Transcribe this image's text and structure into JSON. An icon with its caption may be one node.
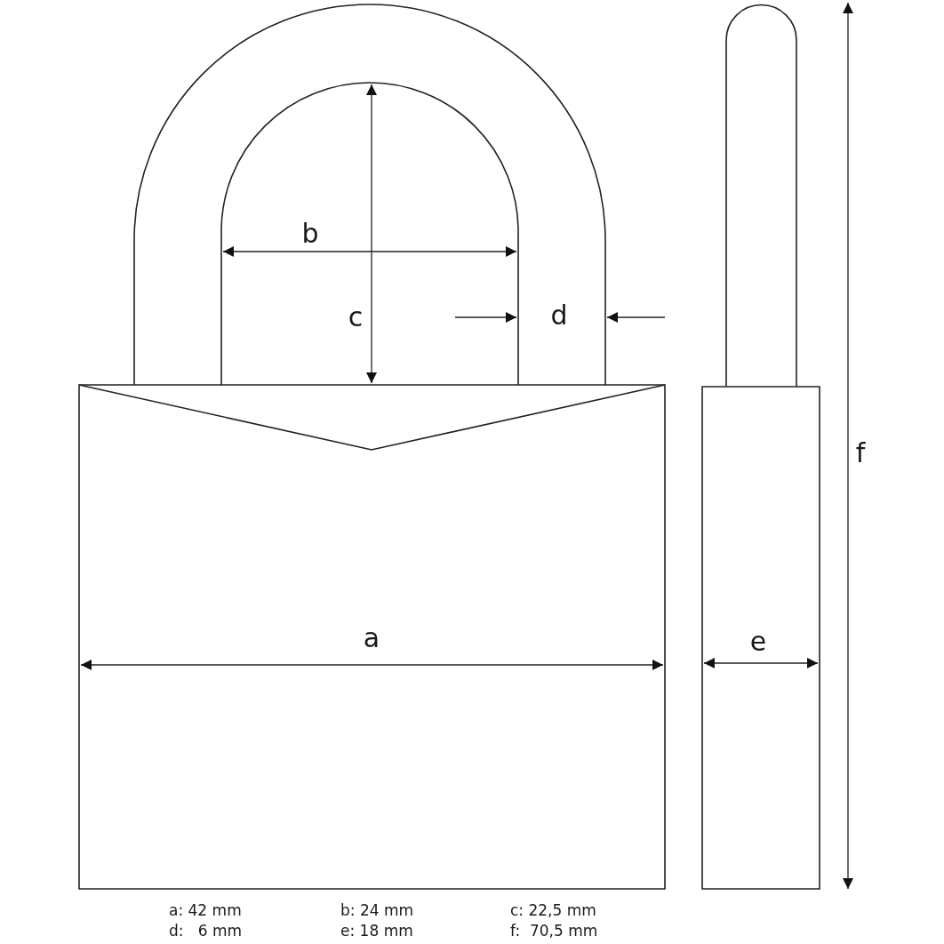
{
  "diagram": {
    "labels": [
      "b",
      "c",
      "d",
      "f",
      "a",
      "e",
      "a: 42 mm",
      "b: 24 mm",
      "c: 22,5 mm",
      "d:   6 mm",
      "e: 18 mm",
      "f:  70,5 mm"
    ]
  }
}
